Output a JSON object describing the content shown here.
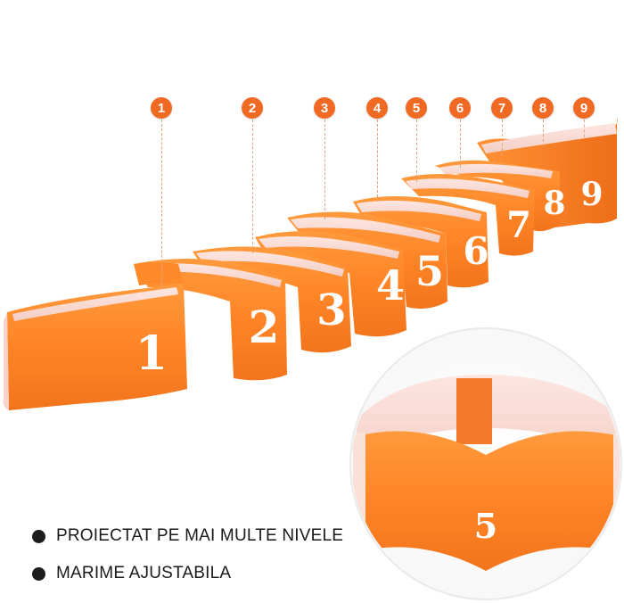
{
  "markers": [
    "1",
    "2",
    "3",
    "4",
    "5",
    "6",
    "7",
    "8",
    "9"
  ],
  "band_numbers": [
    "1",
    "2",
    "3",
    "4",
    "5",
    "6",
    "7",
    "8",
    "9"
  ],
  "detail_number": "5",
  "features": [
    "PROIECTAT PE MAI MULTE NIVELE",
    "MARIME AJUSTABILA"
  ],
  "colors": {
    "band_orange": "#ff8a2a",
    "band_shadow": "#e8641a",
    "band_inner": "#f7d8d2",
    "marker": "#f06a24"
  }
}
